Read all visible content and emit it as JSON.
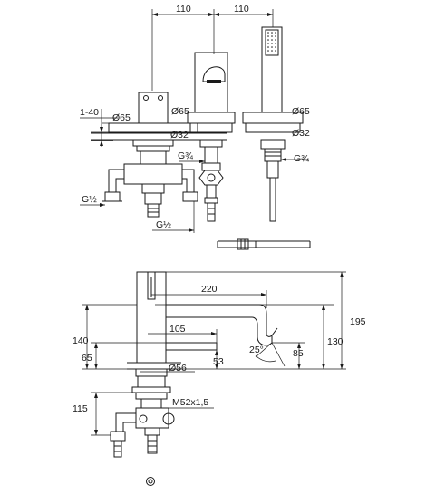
{
  "drawing": {
    "dims_top": {
      "spacing_left": "110",
      "spacing_right": "110",
      "range_height": "1-40",
      "dia_65_left": "Ø65",
      "dia_65_mid": "Ø65",
      "dia_65_right": "Ø65",
      "dia_32_left": "Ø32",
      "dia_32_right": "Ø32",
      "thread_34_mid": "G¾",
      "thread_34_right": "G¾",
      "thread_12_left": "G½",
      "thread_12_mid": "G½"
    },
    "dims_bottom": {
      "reach": "220",
      "total_height": "195",
      "base_height": "140",
      "spout_height": "130",
      "body_length": "105",
      "outlet_height": "85",
      "lower_65": "65",
      "lower_53": "53",
      "dia_56": "Ø56",
      "angle": "25°",
      "depth": "115",
      "thread_m52": "M52x1,5"
    }
  }
}
